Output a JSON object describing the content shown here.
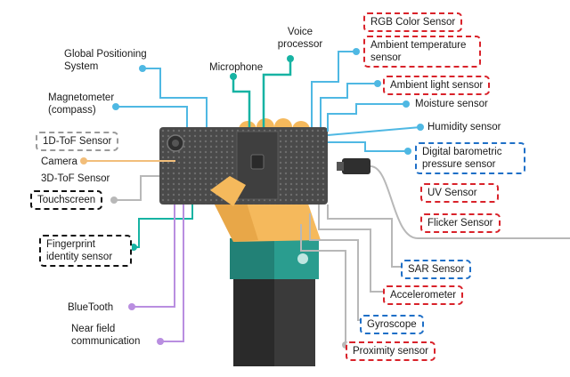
{
  "labels": {
    "gps": "Global Positioning System",
    "voice": "Voice processor",
    "microphone": "Microphone",
    "magnetometer": "Magnetometer (compass)",
    "tof1d": "1D-ToF Sensor",
    "camera": "Camera",
    "tof3d": "3D-ToF Sensor",
    "touchscreen": "Touchscreen",
    "fingerprint": "Fingerprint identity sensor",
    "bluetooth": "BlueTooth",
    "nfc": "Near field communication",
    "rgb": "RGB Color Sensor",
    "ambient_temp": "Ambient temperature sensor",
    "ambient_light": "Ambient light sensor",
    "moisture": "Moisture sensor",
    "humidity": "Humidity sensor",
    "barometric": "Digital barometric pressure sensor",
    "uv": "UV Sensor",
    "flicker": "Flicker Sensor",
    "sar": "SAR Sensor",
    "accelerometer": "Accelerometer",
    "gyroscope": "Gyroscope",
    "proximity": "Proximity sensor"
  },
  "colors": {
    "red_box": "#d9222a",
    "blue_box": "#1e6fc7",
    "black_box": "#111111",
    "gray_box": "#9a9a9a",
    "line_blue": "#4fb8e3",
    "line_teal": "#17b3a3",
    "line_orange": "#f2be7a",
    "line_gray": "#b8b8b8",
    "line_purple": "#b98ee0",
    "phone": "#4a4a4a",
    "hand": "#f5b95c",
    "sleeve": "#2a9d8f",
    "sleeve_dark": "#3a3a3a"
  }
}
